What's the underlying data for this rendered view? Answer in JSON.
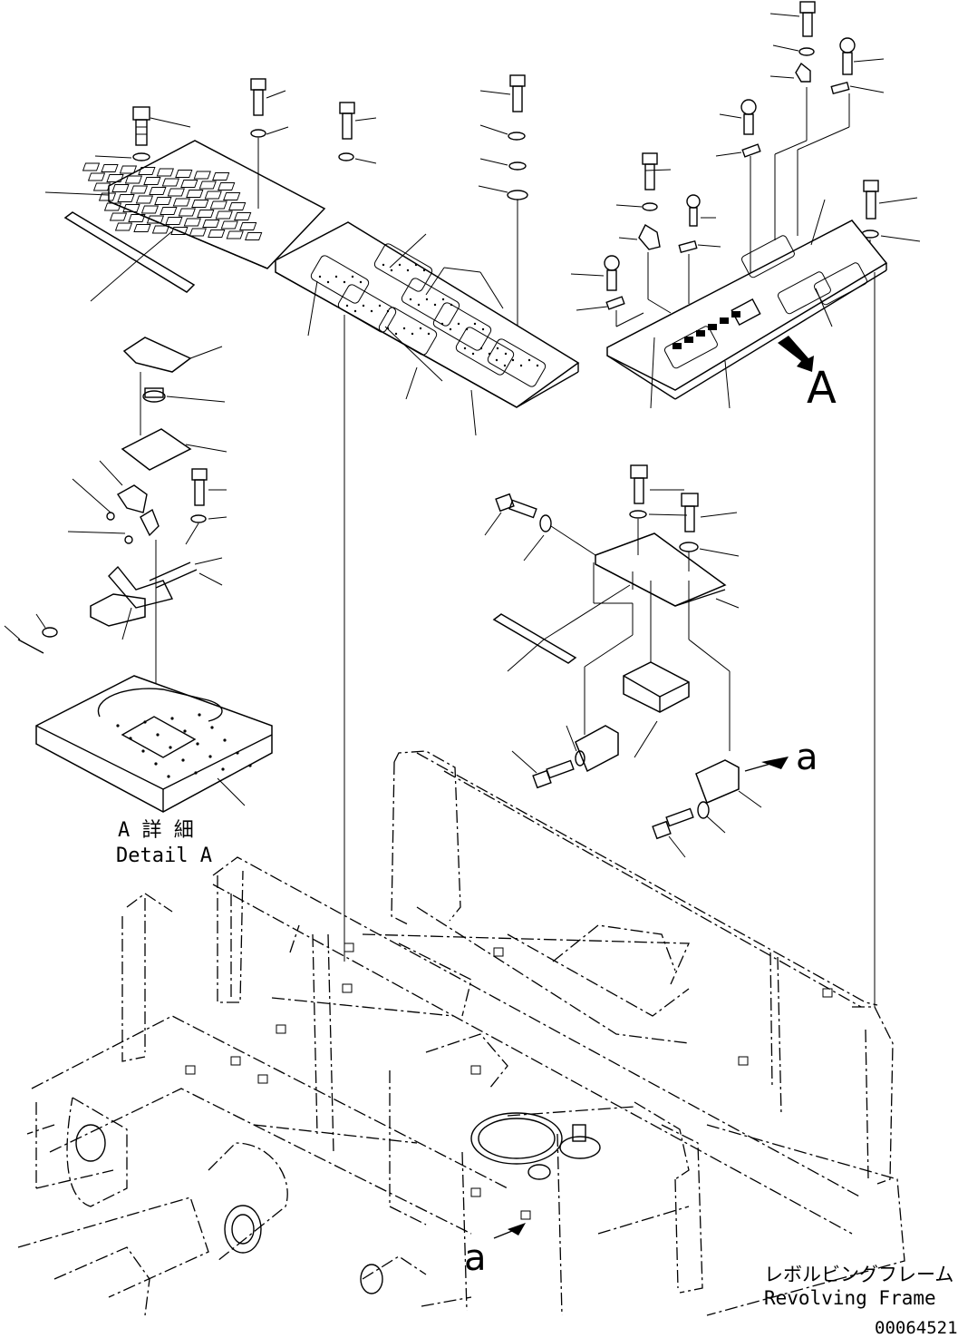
{
  "callouts": {
    "view_A": "A",
    "section_a_top": "a",
    "section_a_bottom": "a"
  },
  "detail": {
    "label_jp": "A 詳 細",
    "label_en": "Detail A"
  },
  "frame": {
    "label_jp": "レボルビングフレーム",
    "label_en": "Revolving Frame"
  },
  "drawing_number": "00064521"
}
